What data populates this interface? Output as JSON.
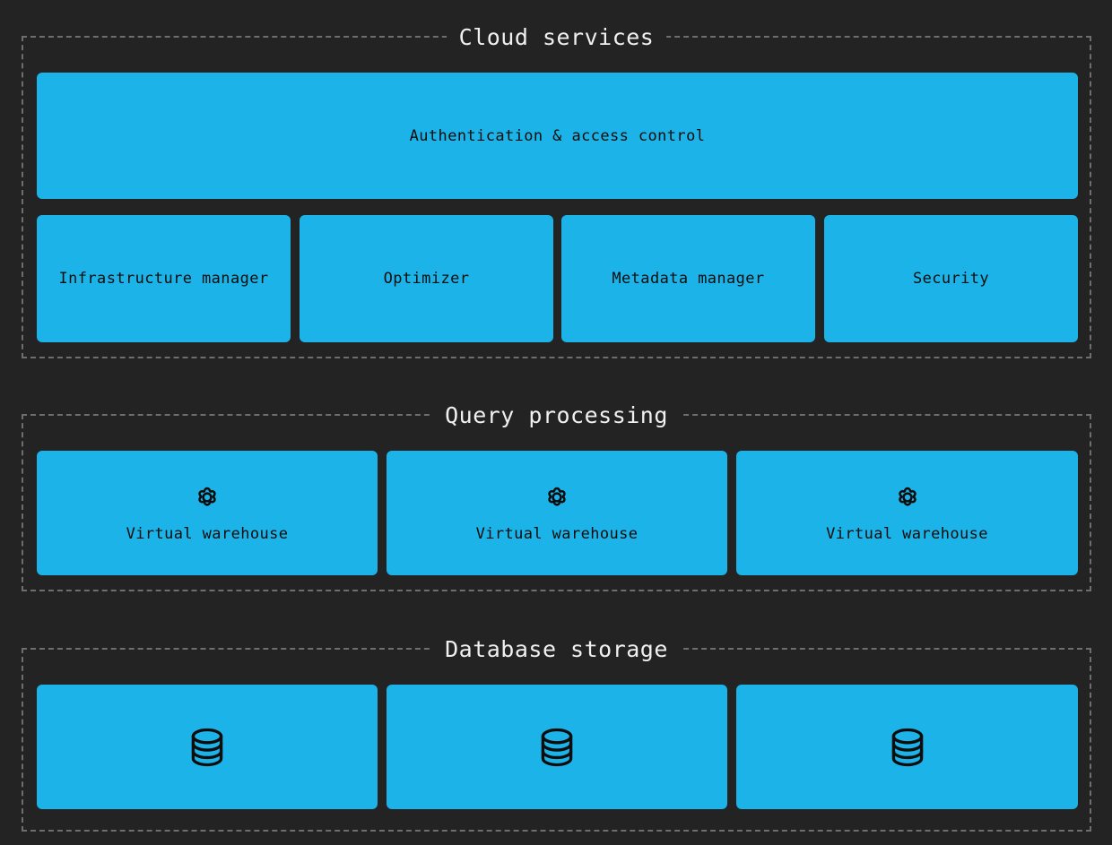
{
  "canvas": {
    "background": "#232323",
    "node_color": "#1cb4e8",
    "border_color": "#6e6e6e",
    "title_color": "#f0f0f0",
    "label_color": "#0d0d0d"
  },
  "sections": [
    {
      "id": "cloud-services",
      "title": "Cloud services",
      "rows": [
        {
          "id": "auth-row",
          "nodes": [
            {
              "id": "authentication-access-control",
              "label": "Authentication & access control",
              "icon": null
            }
          ]
        },
        {
          "id": "services-row",
          "nodes": [
            {
              "id": "infrastructure-manager",
              "label": "Infrastructure manager",
              "icon": null
            },
            {
              "id": "optimizer",
              "label": "Optimizer",
              "icon": null
            },
            {
              "id": "metadata-manager",
              "label": "Metadata manager",
              "icon": null
            },
            {
              "id": "security",
              "label": "Security",
              "icon": null
            }
          ]
        }
      ]
    },
    {
      "id": "query-processing",
      "title": "Query processing",
      "rows": [
        {
          "id": "warehouse-row",
          "nodes": [
            {
              "id": "virtual-warehouse-1",
              "label": "Virtual warehouse",
              "icon": "gear-icon"
            },
            {
              "id": "virtual-warehouse-2",
              "label": "Virtual warehouse",
              "icon": "gear-icon"
            },
            {
              "id": "virtual-warehouse-3",
              "label": "Virtual warehouse",
              "icon": "gear-icon"
            }
          ]
        }
      ]
    },
    {
      "id": "database-storage",
      "title": "Database storage",
      "rows": [
        {
          "id": "storage-row",
          "nodes": [
            {
              "id": "database-1",
              "label": "",
              "icon": "database-icon"
            },
            {
              "id": "database-2",
              "label": "",
              "icon": "database-icon"
            },
            {
              "id": "database-3",
              "label": "",
              "icon": "database-icon"
            }
          ]
        }
      ]
    }
  ]
}
